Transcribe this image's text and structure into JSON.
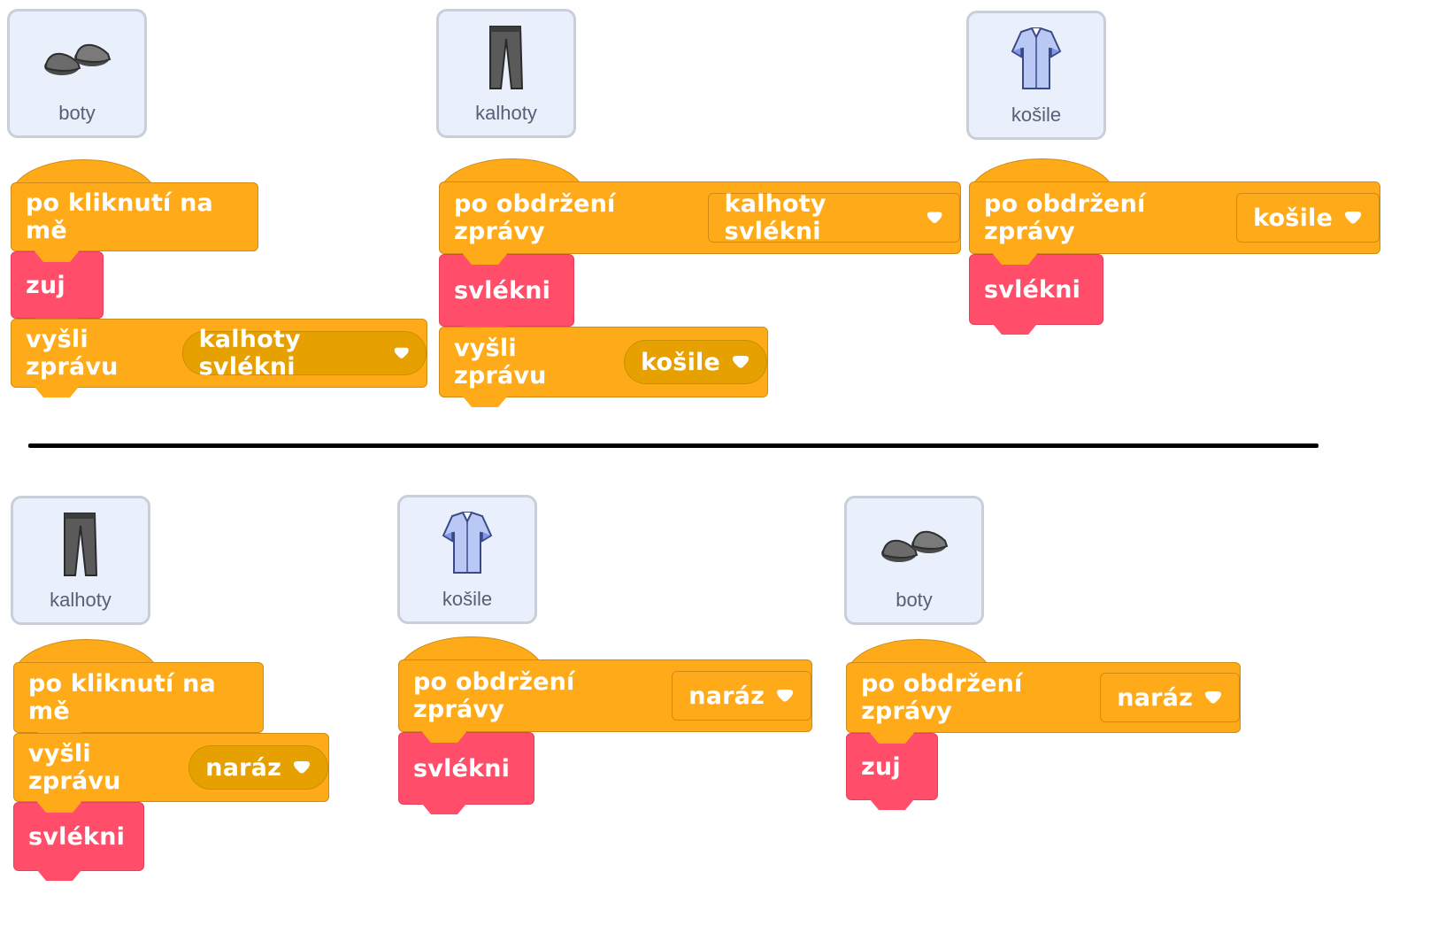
{
  "colors": {
    "event_block": "#ffab19",
    "custom_block": "#ff4d6a",
    "sprite_card_bg": "#e9f0fb",
    "divider": "#000000"
  },
  "top_section": {
    "sprites": [
      {
        "name": "boty",
        "icon": "shoes-icon"
      },
      {
        "name": "kalhoty",
        "icon": "pants-icon"
      },
      {
        "name": "košile",
        "icon": "shirt-icon"
      }
    ],
    "script_boty": {
      "hat": "po kliknutí na mě",
      "block1": "zuj",
      "block2_label": "vyšli zprávu",
      "block2_value": "kalhoty svlékni"
    },
    "script_kalhoty": {
      "hat_label": "po obdržení zprávy",
      "hat_value": "kalhoty svlékni",
      "block1": "svlékni",
      "block2_label": "vyšli zprávu",
      "block2_value": "košile"
    },
    "script_kosile": {
      "hat_label": "po obdržení zprávy",
      "hat_value": "košile",
      "block1": "svlékni"
    }
  },
  "bottom_section": {
    "sprites": [
      {
        "name": "kalhoty",
        "icon": "pants-icon"
      },
      {
        "name": "košile",
        "icon": "shirt-icon"
      },
      {
        "name": "boty",
        "icon": "shoes-icon"
      }
    ],
    "script_kalhoty": {
      "hat": "po kliknutí na mě",
      "block1_label": "vyšli zprávu",
      "block1_value": "naráz",
      "block2": "svlékni"
    },
    "script_kosile": {
      "hat_label": "po obdržení zprávy",
      "hat_value": "naráz",
      "block1": "svlékni"
    },
    "script_boty": {
      "hat_label": "po obdržení zprávy",
      "hat_value": "naráz",
      "block1": "zuj"
    }
  }
}
